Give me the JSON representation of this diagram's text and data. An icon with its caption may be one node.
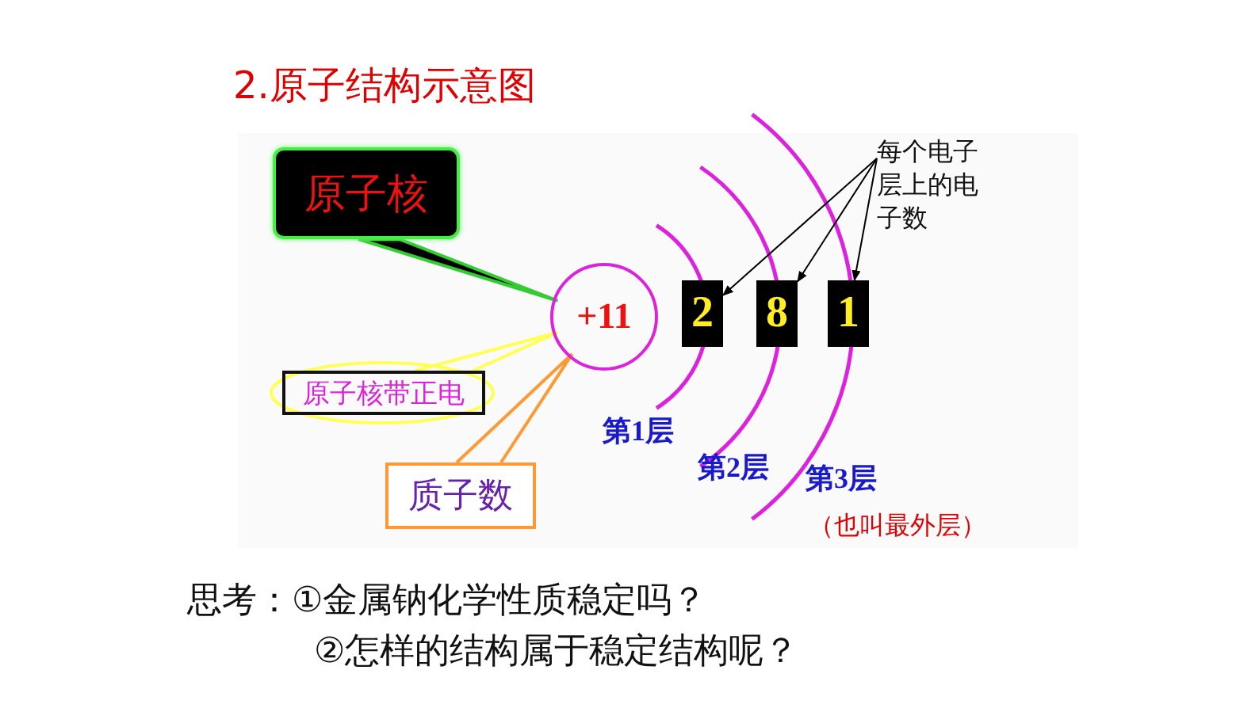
{
  "diagram": {
    "title": "2.原子结构示意图",
    "nodes": [
      {
        "text": [
          "原子核"
        ]
      },
      {
        "text": [
          "+11"
        ]
      },
      {
        "text": [
          "原子核带正电"
        ]
      },
      {
        "text": [
          "质子数"
        ]
      },
      {
        "text": [
          "2"
        ]
      },
      {
        "text": [
          "8"
        ]
      },
      {
        "text": [
          "1"
        ]
      },
      {
        "text": [
          "每个电子层上的电子数"
        ]
      }
    ],
    "edges": [
      {
        "from": 0,
        "to": 1,
        "arrow": "none",
        "color": "#33cc33"
      },
      {
        "from": 2,
        "to": 1,
        "arrow": "none",
        "color": "#ffff55"
      },
      {
        "from": 3,
        "to": 1,
        "arrow": "none",
        "color": "#ff9933"
      },
      {
        "from": 7,
        "to": 4,
        "arrow": "to"
      },
      {
        "from": 7,
        "to": 5,
        "arrow": "to"
      },
      {
        "from": 7,
        "to": 6,
        "arrow": "to"
      }
    ],
    "labels": [
      "第1层",
      "第2层",
      "第3层",
      "（也叫最外层）",
      "思考：①金属钠化学性质稳定吗？",
      "②怎样的结构属于稳定结构呢？"
    ]
  }
}
